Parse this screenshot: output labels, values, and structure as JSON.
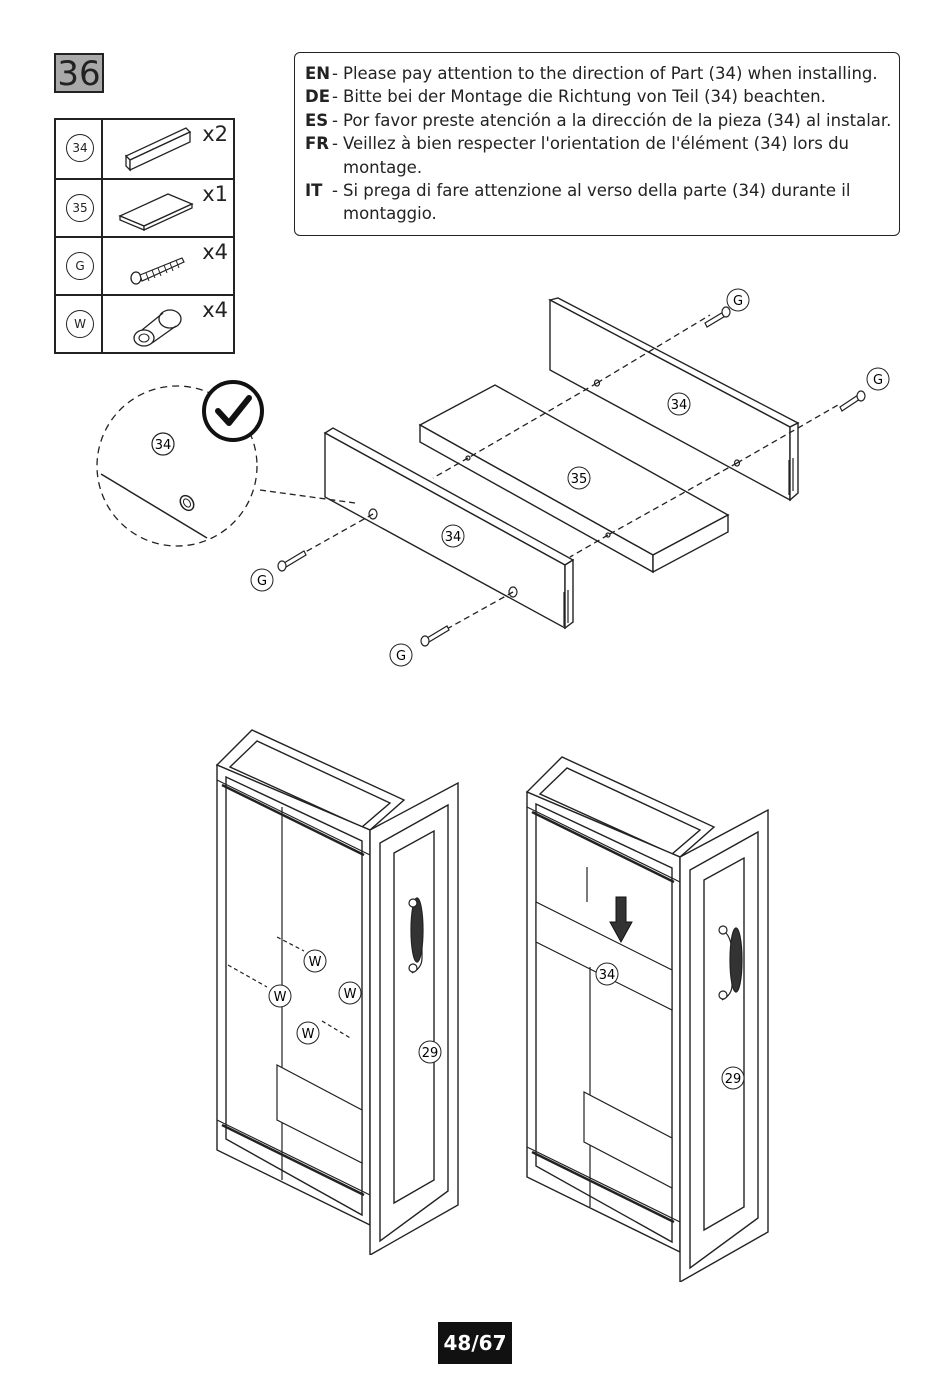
{
  "step": "36",
  "parts": [
    {
      "id": "34",
      "qty": "x2",
      "icon": "panel-icon"
    },
    {
      "id": "35",
      "qty": "x1",
      "icon": "board-icon"
    },
    {
      "id": "G",
      "qty": "x4",
      "icon": "screw-icon"
    },
    {
      "id": "W",
      "qty": "x4",
      "icon": "knob-icon"
    }
  ],
  "notes": [
    {
      "lang": "EN",
      "dash": "-",
      "text": "Please pay attention to the direction of Part (34) when installing."
    },
    {
      "lang": "DE",
      "dash": "-",
      "text": "Bitte bei der Montage die Richtung von Teil (34) beachten."
    },
    {
      "lang": "ES",
      "dash": "-",
      "text": "Por favor preste atención a la dirección de la pieza (34) al instalar."
    },
    {
      "lang": "FR",
      "dash": "-",
      "text": "Veillez à bien respecter l'orientation de l'élément (34) lors du montage."
    },
    {
      "lang": "IT",
      "dash": "-",
      "text": "Si prega di fare attenzione al verso della parte (34) durante il montaggio."
    }
  ],
  "diagram": {
    "detail_label": "34",
    "upper": {
      "back_panel": "34",
      "shelf": "35",
      "front_panel": "34",
      "screw": "G"
    },
    "left_drawer": {
      "knob": "W",
      "front": "29"
    },
    "right_drawer": {
      "part": "34",
      "front": "29"
    }
  },
  "page": "48/67"
}
